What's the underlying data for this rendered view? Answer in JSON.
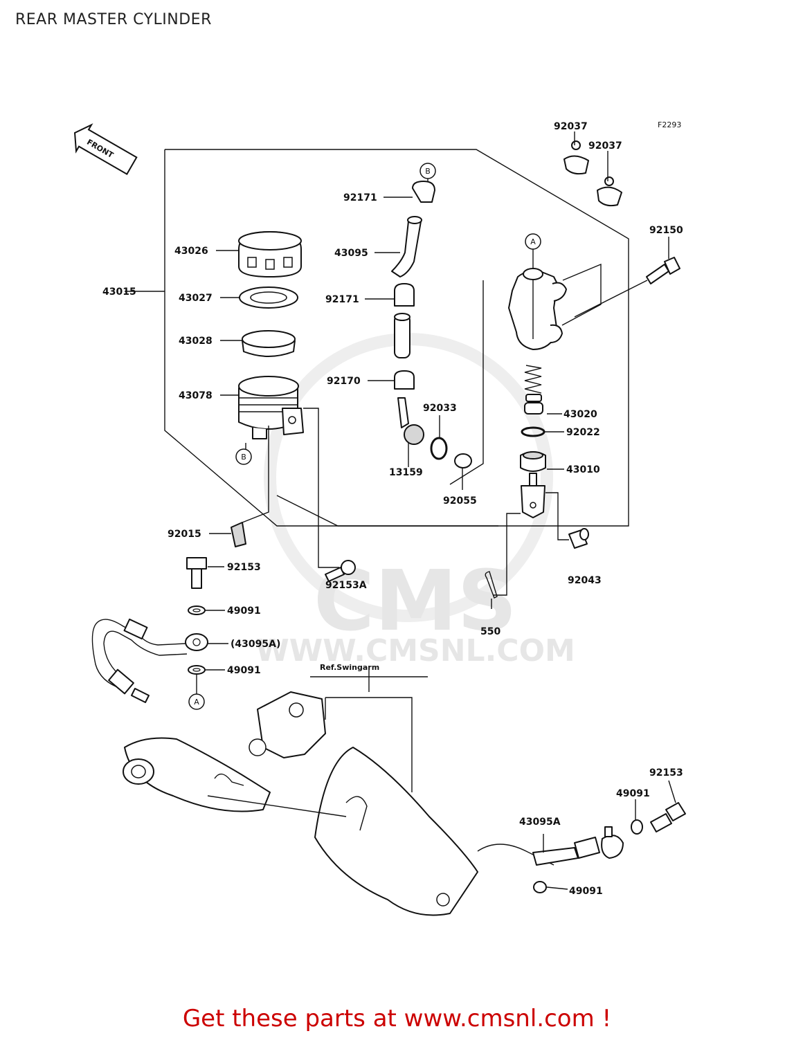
{
  "title": "REAR MASTER CYLINDER",
  "figure_code": "F2293",
  "front_label": "FRONT",
  "ref_label": "Ref.Swingarm",
  "watermark": {
    "brand": "CMS",
    "url": "WWW.CMSNL.COM"
  },
  "callouts": {
    "a_top": "A",
    "a_bottom": "A",
    "b_top": "B",
    "b_bottom": "B"
  },
  "parts": {
    "p43015": "43015",
    "p43026": "43026",
    "p43027": "43027",
    "p43028": "43028",
    "p43078": "43078",
    "p92171a": "92171",
    "p43095": "43095",
    "p92171b": "92171",
    "p92170": "92170",
    "p92033": "92033",
    "p13159": "13159",
    "p92055": "92055",
    "p92037a": "92037",
    "p92037b": "92037",
    "p92150": "92150",
    "p43020": "43020",
    "p92022": "92022",
    "p43010": "43010",
    "p92015": "92015",
    "p92153a": "92153",
    "p92153A": "92153A",
    "p92043": "92043",
    "p49091a": "49091",
    "p43095A_ref": "(43095A)",
    "p49091b": "49091",
    "p550": "550",
    "p92153b": "92153",
    "p49091c": "49091",
    "p43095A": "43095A",
    "p49091d": "49091"
  },
  "footer": "Get these parts at www.cmsnl.com !"
}
